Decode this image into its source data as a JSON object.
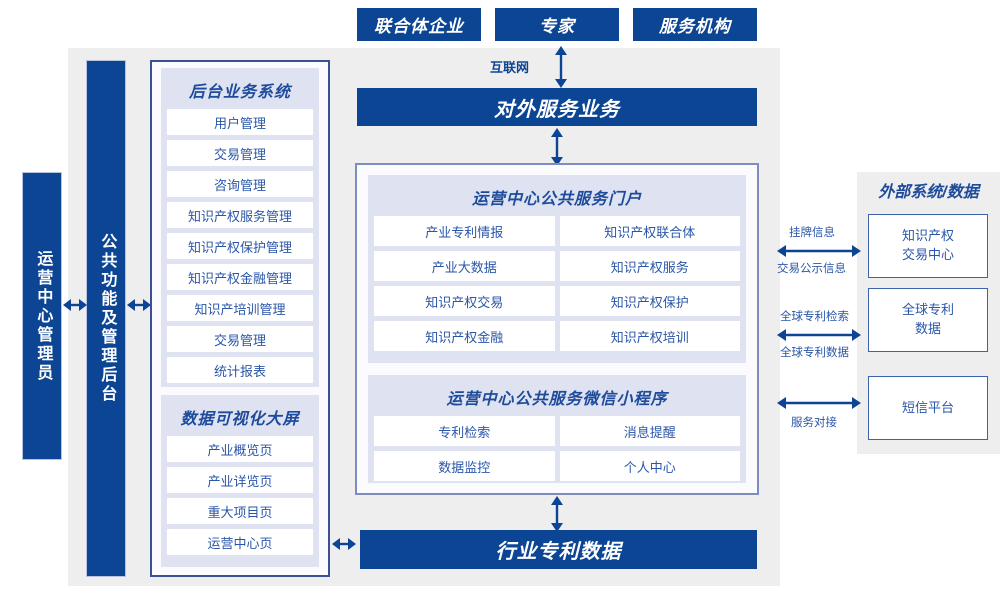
{
  "colors": {
    "primary_blue": "#0c4593",
    "panel_lavender": "#dfe3f1",
    "container_gray": "#eeeeee",
    "text_blue": "#2a56a8",
    "border_navy": "#3b4f95"
  },
  "top_actors": [
    {
      "label": "联合体企业"
    },
    {
      "label": "专家"
    },
    {
      "label": "服务机构"
    }
  ],
  "internet_label": "互联网",
  "external_service_bar": "对外服务业务",
  "industry_data_bar": "行业专利数据",
  "pillars": [
    {
      "label": "运营中心管理员"
    },
    {
      "label": "公共功能及管理后台"
    }
  ],
  "backend_system": {
    "title": "后台业务系统",
    "items": [
      "用户管理",
      "交易管理",
      "咨询管理",
      "知识产权服务管理",
      "知识产权保护管理",
      "知识产权金融管理",
      "知识产培训管理",
      "交易管理",
      "统计报表"
    ]
  },
  "data_visualization": {
    "title": "数据可视化大屏",
    "items": [
      "产业概览页",
      "产业详览页",
      "重大项目页",
      "运营中心页"
    ]
  },
  "public_portal": {
    "title": "运营中心公共服务门户",
    "items": [
      "产业专利情报",
      "知识产权联合体",
      "产业大数据",
      "知识产权服务",
      "知识产权交易",
      "知识产权保护",
      "知识产权金融",
      "知识产权培训"
    ]
  },
  "mini_program": {
    "title": "运营中心公共服务微信小程序",
    "items": [
      "专利检索",
      "消息提醒",
      "数据监控",
      "个人中心"
    ]
  },
  "external_systems": {
    "title": "外部系统/数据",
    "boxes": [
      {
        "label": "知识产权\n交易中心"
      },
      {
        "label": "全球专利\n数据"
      },
      {
        "label": "短信平台"
      }
    ],
    "connectors": [
      {
        "top": "挂牌信息",
        "bottom": "交易公示信息"
      },
      {
        "top": "全球专利检索",
        "bottom": "全球专利数据"
      },
      {
        "top": "",
        "bottom": "服务对接"
      }
    ]
  }
}
